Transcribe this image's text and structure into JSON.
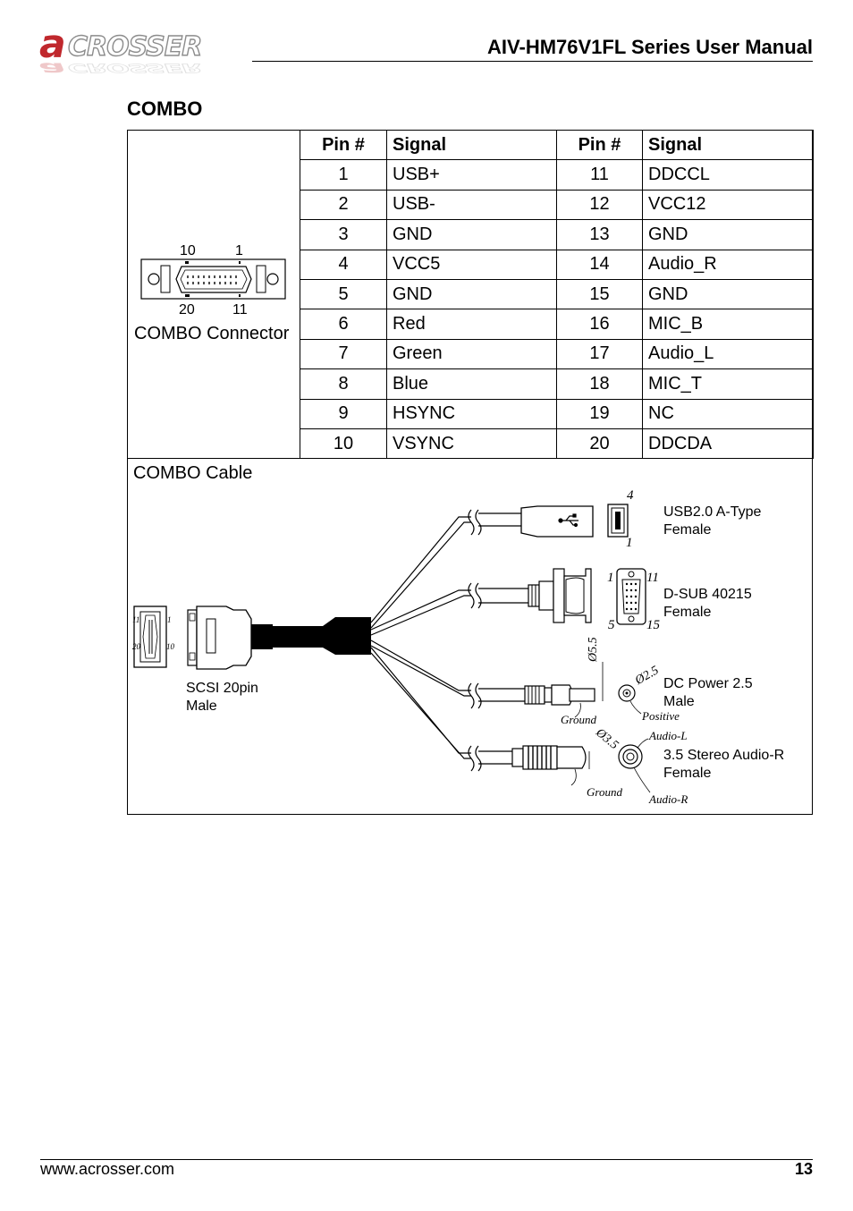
{
  "header": {
    "logo_text": "ACROSSER",
    "manual_title": "AIV-HM76V1FL Series User Manual"
  },
  "section_title": "COMBO",
  "table": {
    "headers": [
      "Pin #",
      "Signal",
      "Pin #",
      "Signal"
    ],
    "rows": [
      {
        "pin1": "1",
        "sig1": "USB+",
        "pin2": "11",
        "sig2": "DDCCL"
      },
      {
        "pin1": "2",
        "sig1": "USB-",
        "pin2": "12",
        "sig2": "VCC12"
      },
      {
        "pin1": "3",
        "sig1": "GND",
        "pin2": "13",
        "sig2": "GND"
      },
      {
        "pin1": "4",
        "sig1": "VCC5",
        "pin2": "14",
        "sig2": "Audio_R"
      },
      {
        "pin1": "5",
        "sig1": "GND",
        "pin2": "15",
        "sig2": "GND"
      },
      {
        "pin1": "6",
        "sig1": "Red",
        "pin2": "16",
        "sig2": "MIC_B"
      },
      {
        "pin1": "7",
        "sig1": "Green",
        "pin2": "17",
        "sig2": "Audio_L"
      },
      {
        "pin1": "8",
        "sig1": "Blue",
        "pin2": "18",
        "sig2": "MIC_T"
      },
      {
        "pin1": "9",
        "sig1": "HSYNC",
        "pin2": "19",
        "sig2": "NC"
      },
      {
        "pin1": "10",
        "sig1": "VSYNC",
        "pin2": "20",
        "sig2": "DDCDA"
      }
    ]
  },
  "connector": {
    "label": "COMBO Connector",
    "pin_top_left": "10",
    "pin_top_right": "1",
    "pin_bottom_left": "20",
    "pin_bottom_right": "11"
  },
  "cable": {
    "label": "COMBO Cable",
    "scsi": {
      "line1": "SCSI 20pin",
      "line2": "Male",
      "pin_11": "11",
      "pin_1": "1",
      "pin_20": "20",
      "pin_10": "10"
    },
    "usb": {
      "line1": "USB2.0 A-Type",
      "line2": "Female",
      "pin_4": "4",
      "pin_1": "1"
    },
    "dsub": {
      "line1": "D-SUB 40215",
      "line2": "Female",
      "pin_1": "1",
      "pin_11": "11",
      "pin_5": "5",
      "pin_15": "15"
    },
    "dc": {
      "line1": "DC Power 2.5",
      "line2": "Male",
      "dim_outer": "Ø5.5",
      "dim_inner": "Ø2.5",
      "ground": "Ground",
      "positive": "Positive"
    },
    "audio": {
      "line1": "3.5 Stereo Audio-R",
      "line2": "Female",
      "dim": "Ø3.5",
      "audio_l": "Audio-L",
      "audio_r": "Audio-R",
      "ground": "Ground"
    }
  },
  "footer": {
    "url": "www.acrosser.com",
    "page": "13"
  },
  "colors": {
    "logo_red": "#c0282d",
    "logo_gray": "#8c8c8c"
  }
}
